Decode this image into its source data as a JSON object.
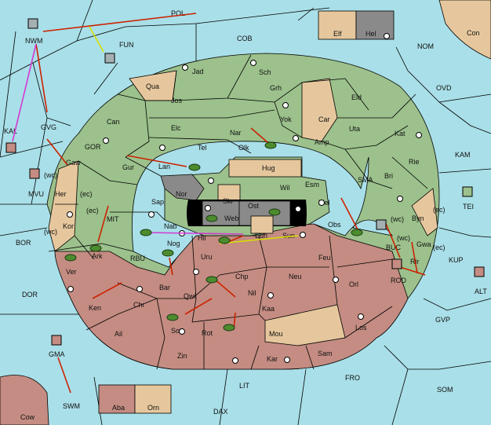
{
  "board": {
    "sea_color": "#a9dfe8",
    "colors": {
      "green_power": "#9cc18c",
      "tan_neutral": "#e6c79d",
      "red_power": "#c48c82",
      "grey_power": "#8a8a8a",
      "move_arrow": "#cc2200",
      "support_line": "#d8e000",
      "magenta_convoy": "#d23ad2"
    },
    "sea_labels": {
      "POL": "POL",
      "FUN": "FUN",
      "COB": "COB",
      "NOM": "NOM",
      "OVD": "OVD",
      "NWM": "NWM",
      "GVG": "GVG",
      "KAL": "KAL",
      "GOR": "GOR",
      "MVU": "MVU",
      "BOR": "BOR",
      "DOR": "DOR",
      "MIT": "MIT",
      "RBU": "RBU",
      "SMA": "SMA",
      "KAM": "KAM",
      "TEI": "TEI",
      "KUP": "KUP",
      "ALT": "ALT",
      "BUC": "BUC",
      "ROD": "ROD",
      "GVP": "GVP",
      "FRO": "FRO",
      "SOM": "SOM",
      "LIT": "LIT",
      "DAX": "DAX",
      "SWM": "SWM",
      "GMA": "GMA"
    },
    "land_labels": {
      "Jad": "Jad",
      "Sch": "Sch",
      "Qua": "Qua",
      "Jos": "Jos",
      "Grh": "Grh",
      "Eld": "Eld",
      "Can": "Can",
      "Yok": "Yok",
      "Car": "Car",
      "Elc": "Elc",
      "Nar": "Nar",
      "Uta": "Uta",
      "Kat": "Kat",
      "Gaw": "Gaw",
      "Tel": "Tel",
      "Olk": "Olk",
      "Amp": "Amp",
      "Gur": "Gur",
      "Lan": "Lan",
      "Hug": "Hug",
      "Rie": "Rie",
      "Bri": "Bri",
      "Nor": "Nor",
      "Skr": "Skr",
      "Wil": "Wil",
      "Esm": "Esm",
      "Her": "Her",
      "Sap": "Sap",
      "Ost": "Ost",
      "Web": "Web",
      "Mel": "Mel",
      "Byn": "Byn",
      "Kor": "Kor",
      "Nab": "Nab",
      "Eun": "Eun",
      "Sun": "Sun",
      "Obs": "Obs",
      "Gwa": "Gwa",
      "Hil": "Hil",
      "Nog": "Nog",
      "Ark": "Ark",
      "Uru": "Uru",
      "Feu": "Feu",
      "Rir": "Rir",
      "Ver": "Ver",
      "Chp": "Chp",
      "Neu": "Neu",
      "Orl": "Orl",
      "Bar": "Bar",
      "Qwi": "Qwi",
      "Nil": "Nil",
      "Ken": "Ken",
      "Chr": "Chr",
      "Kaa": "Kaa",
      "Ail": "Ail",
      "Sot": "Sot",
      "Rot": "Rot",
      "Mou": "Mou",
      "Los": "Los",
      "Zin": "Zin",
      "Kar": "Kar",
      "Sam": "Sam",
      "Elf": "Elf",
      "Hel": "Hel",
      "Con": "Con",
      "Aba": "Aba",
      "Orn": "Orn",
      "Cow": "Cow"
    },
    "coast_labels": {
      "wc": "(wc)",
      "ec": "(ec)"
    }
  }
}
